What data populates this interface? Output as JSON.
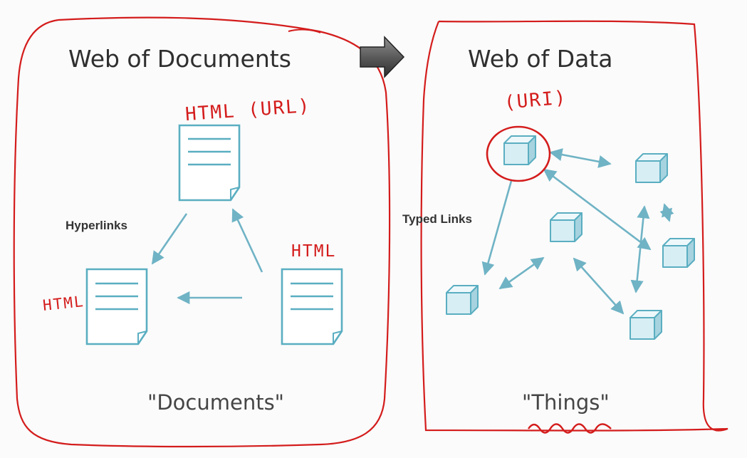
{
  "left_panel": {
    "title": "Web of Documents",
    "link_label": "Hyperlinks",
    "caption": "\"Documents\"",
    "annotation_top": "HTML (URL)",
    "annotation_right": "HTML",
    "annotation_left": "HTML"
  },
  "right_panel": {
    "title": "Web of Data",
    "link_label": "Typed Links",
    "caption": "\"Things\"",
    "annotation_top": "(URI)"
  },
  "colors": {
    "ink": "#d41c1c",
    "doc_stroke": "#5aaec1",
    "cube_front": "#d7eef4",
    "cube_top": "#eef8fb",
    "cube_side": "#a6d3df",
    "arrow": "#6fb3c5"
  },
  "icons": [
    "document-icon",
    "cube-icon",
    "arrow-right-icon"
  ]
}
